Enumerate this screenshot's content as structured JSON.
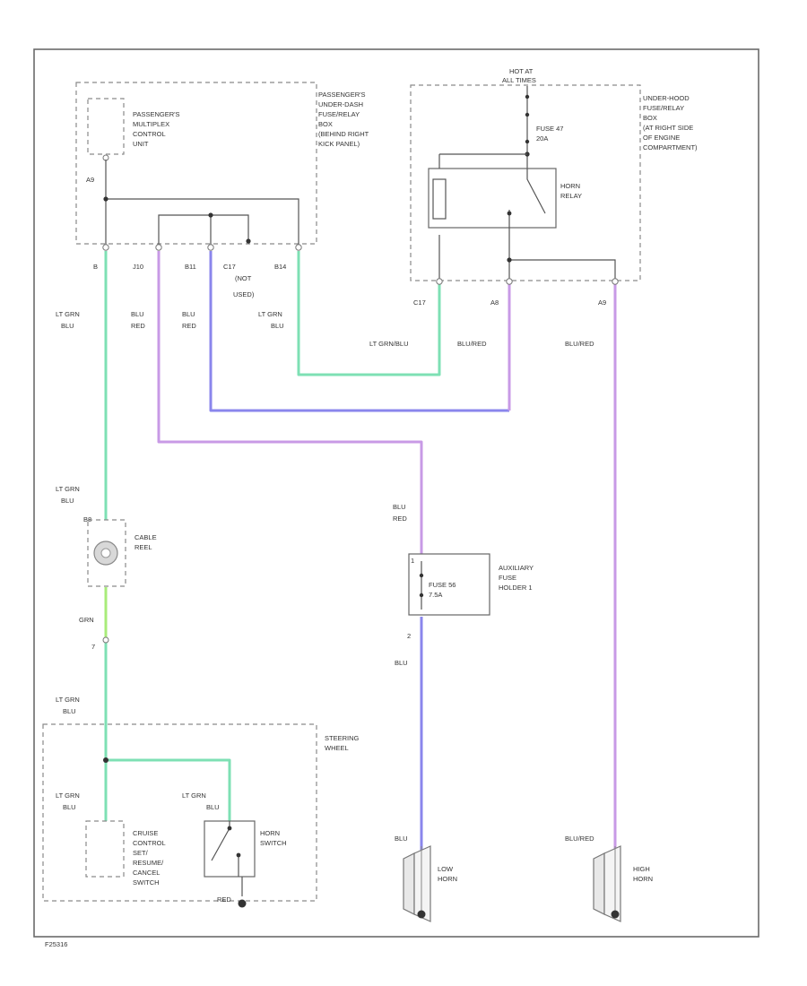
{
  "colors": {
    "lt_grn_blu": "#7ee0b4",
    "grn": "#a8ec7a",
    "blu_red": "#c89ae6",
    "blu": "#8a86ec",
    "ground": "#333333"
  },
  "components": {
    "multiplex_unit": [
      "PASSENGER'S",
      "MULTIPLEX",
      "CONTROL",
      "UNIT"
    ],
    "under_dash_box": [
      "PASSENGER'S",
      "UNDER-DASH",
      "FUSE/RELAY",
      "BOX",
      "(BEHIND RIGHT",
      "KICK PANEL)"
    ],
    "hot_at": [
      "HOT AT",
      "ALL TIMES"
    ],
    "fuse_47": [
      "FUSE 47",
      "20A"
    ],
    "horn_relay": [
      "HORN",
      "RELAY"
    ],
    "under_hood_box": [
      "UNDER-HOOD",
      "FUSE/RELAY",
      "BOX",
      "(AT RIGHT SIDE",
      "OF ENGINE",
      "COMPARTMENT)"
    ],
    "cable_reel": [
      "CABLE",
      "REEL"
    ],
    "fuse_aux": [
      "FUSE 56",
      "7.5A"
    ],
    "aux_holder": [
      "AUXILIARY",
      "FUSE",
      "HOLDER 1"
    ],
    "steering_wheel": [
      "STEERING",
      "WHEEL"
    ],
    "cruise_switch": [
      "CRUISE",
      "CONTROL",
      "SET/",
      "RESUME/",
      "CANCEL",
      "SWITCH"
    ],
    "horn_switch": [
      "HORN",
      "SWITCH"
    ],
    "low_horn": [
      "LOW",
      "HORN"
    ],
    "high_horn": [
      "HIGH",
      "HORN"
    ],
    "not_used": [
      "(NOT",
      "USED)"
    ]
  },
  "pins": {
    "mcu_a9": "A9",
    "b": "B",
    "j10": "J10",
    "b11": "B11",
    "c17": "C17",
    "b14": "B14",
    "c17_r": "C17",
    "a8": "A8",
    "a9_r": "A9",
    "reel_top": "B8",
    "reel_bot": "7",
    "aux_top": "1",
    "aux_bot": "2"
  },
  "wire_labels": {
    "w1": [
      "LT GRN",
      "BLU"
    ],
    "w2": [
      "BLU",
      "RED"
    ],
    "w3": [
      "BLU",
      "RED"
    ],
    "w4": [
      "LT GRN",
      "BLU"
    ],
    "lt_grn_blu_h": "LT GRN/BLU",
    "blu_red_h1": "BLU/RED",
    "blu_red_h2": "BLU/RED",
    "w_reel_top": [
      "LT GRN",
      "BLU"
    ],
    "grn": "GRN",
    "w_below": [
      "LT GRN",
      "BLU"
    ],
    "aux_in": [
      "BLU",
      "RED"
    ],
    "blu": "BLU",
    "cruise_wire": [
      "LT GRN",
      "BLU"
    ],
    "hs_wire": [
      "LT GRN",
      "BLU"
    ],
    "red": "RED",
    "blu_low": "BLU",
    "blu_red_high": "BLU/RED"
  },
  "figure_id": "F25316"
}
